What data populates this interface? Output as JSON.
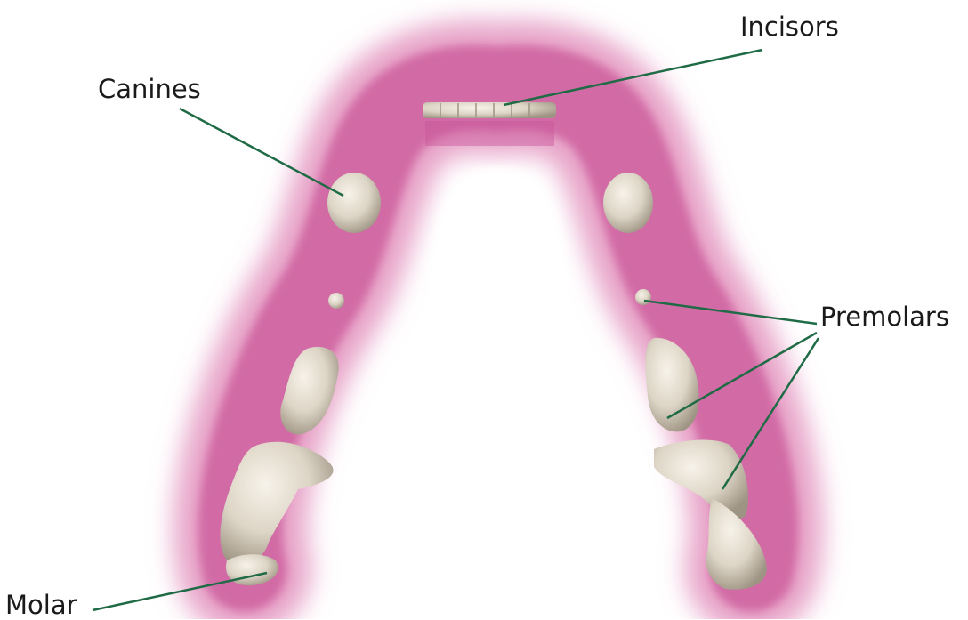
{
  "labels": {
    "incisors": "Incisors",
    "canines": "Canines",
    "premolars": "Premolars",
    "molar": "Molar"
  },
  "colors": {
    "gum": "#d46aa6",
    "gum_light": "#e9a8cb",
    "tooth": "#e6dfd2",
    "tooth_shadow": "#a59c8c",
    "leader_line": "#1f6b45",
    "text": "#1a1a1a"
  }
}
